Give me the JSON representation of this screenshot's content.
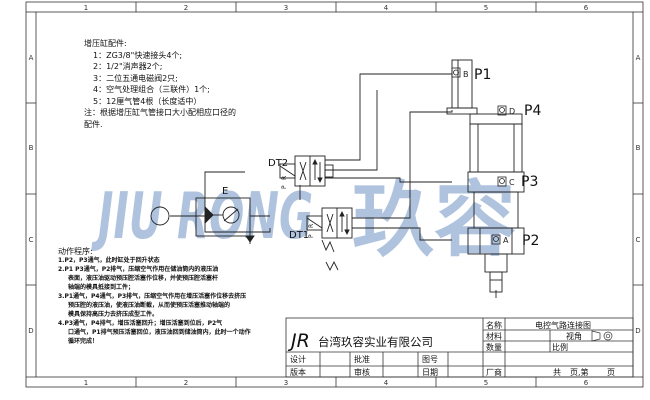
{
  "notes": {
    "title": "增压缸配件:",
    "items": [
      "1：ZG3/8\"快速接头4个;",
      "2：1/2\"消声器2个;",
      "3：二位五通电磁阀2只;",
      "4：空气处理组合（三联件）1个;",
      "5：12厘气管4根（长度适中）"
    ],
    "remark_1": "注：根据增压缸气管接口大小配相应口径的",
    "remark_2": "配件."
  },
  "program": {
    "title": "动作程序:",
    "lines": [
      "1.P2，P3通气，此时缸处于回升状态",
      "2.P1 P3通气，P2排气，压缩空气作用在储油筒内的液压油",
      "表面，液压油驱动预压腔活塞作位移，并使预压腔活塞杆",
      "轴端的模具抵接到工件；",
      "3.P1通气，P4通气，P3排气，压缩空气作用在增压活塞作位移去挤压",
      "预压腔的液压油，使液压油断截，从而使预压活塞推动轴端的",
      "模具保持高压力去挤压成型工件。",
      "4.P3通气，P4排气，增压活塞回升；增压活塞到位后，P2气",
      "口通气，P1排气预压活塞回位，液压油回到储油筒内，此时一个动作",
      "循环完成！"
    ]
  },
  "ports": {
    "p1": "P1",
    "p2": "P2",
    "p3": "P3",
    "p4": "P4",
    "a": "A",
    "b": "B",
    "c": "C",
    "d": "D"
  },
  "labels": {
    "dt1": "DT1",
    "dt2": "DT2",
    "e": "E",
    "valve_p": "P",
    "valve_r": "R"
  },
  "watermark": {
    "text": "JIU RONG",
    "cn": "玖容"
  },
  "border": {
    "columns": [
      "1",
      "2",
      "3",
      "4",
      "5",
      "6"
    ],
    "rows": [
      "A",
      "B",
      "C",
      "D"
    ]
  },
  "title_block": {
    "logo": "JR",
    "company": "台湾玖容实业有限公司",
    "name_label": "名称",
    "name_value": "电控气路连接图",
    "material_label": "材料",
    "view_label": "视角",
    "design_label": "设计",
    "approve_label": "批准",
    "drawing_no_label": "图号",
    "quantity_label": "数量",
    "scale_label": "比例",
    "version_label": "版本",
    "review_label": "审核",
    "date_label": "日期",
    "factory_label": "厂商",
    "sheets_1": "共",
    "sheets_2": "页,第",
    "sheets_3": "页"
  },
  "colors": {
    "line": "#222222",
    "watermark": "#6f93c4",
    "border": "#333333"
  }
}
